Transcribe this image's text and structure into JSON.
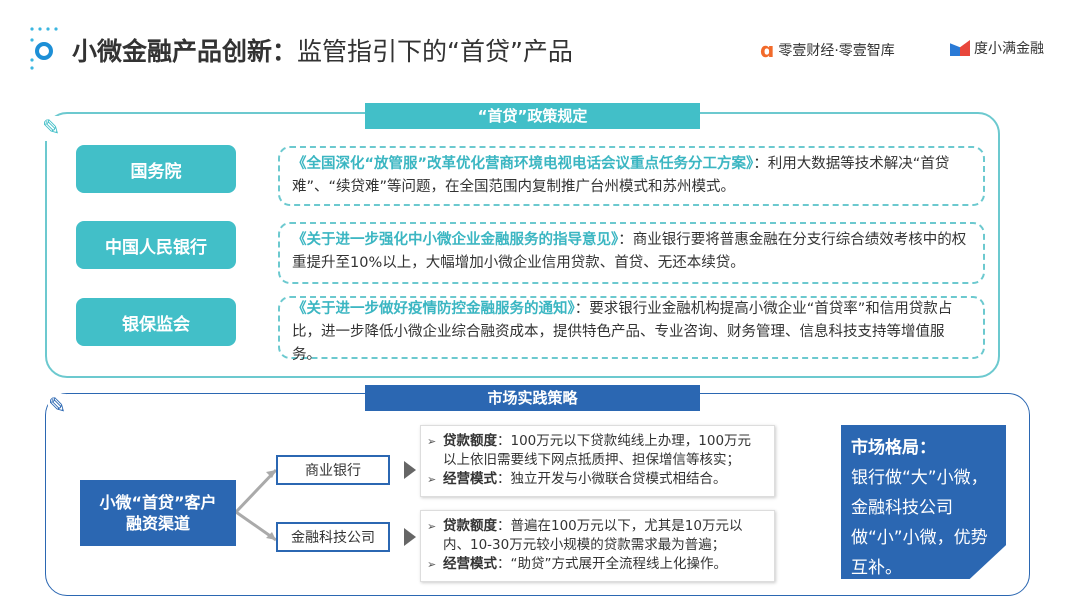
{
  "header": {
    "title_bold": "小微金融产品创新：",
    "title_normal": "监管指引下的“首贷”产品",
    "brand1": "零壹财经·零壹智库",
    "brand2": "度小满金融"
  },
  "policy": {
    "label": "“首贷”政策规定",
    "items": [
      {
        "org": "国务院",
        "doc": "《全国深化“放管服”改革优化营商环境电视电话会议重点任务分工方案》",
        "text": "：利用大数据等技术解决“首贷难”、“续贷难”等问题，在全国范围内复制推广台州模式和苏州模式。"
      },
      {
        "org": "中国人民银行",
        "doc": "《关于进一步强化中小微企业金融服务的指导意见》",
        "text": "：商业银行要将普惠金融在分支行综合绩效考核中的权重提升至10%以上，大幅增加小微企业信用贷款、首贷、无还本续贷。"
      },
      {
        "org": "银保监会",
        "doc": "《关于进一步做好疫情防控金融服务的通知》",
        "text": "：要求银行业金融机构提高小微企业“首贷率”和信用贷款占比，进一步降低小微企业综合融资成本，提供特色产品、专业咨询、财务管理、信息科技支持等增值服务。"
      }
    ]
  },
  "market": {
    "label": "市场实践策略",
    "channel": "小微“首贷”客户融资渠道",
    "branches": [
      {
        "name": "商业银行",
        "k1": "贷款额度",
        "v1": "：100万元以下贷款纯线上办理，100万元以上依旧需要线下网点抵质押、担保增信等核实；",
        "k2": "经营模式",
        "v2": "：独立开发与小微联合贷模式相结合。"
      },
      {
        "name": "金融科技公司",
        "k1": "贷款额度",
        "v1": "：普遍在100万元以下，尤其是10万元以内、10-30万元较小规模的贷款需求最为普遍；",
        "k2": "经营模式",
        "v2": "：“助贷”方式展开全流程线上化操作。"
      }
    ],
    "pattern_title": "市场格局：",
    "pattern_text": "银行做“大”小微，金融科技公司做“小”小微，优势互补。"
  },
  "colors": {
    "teal": "#42bfc8",
    "blue": "#2b67b2"
  }
}
